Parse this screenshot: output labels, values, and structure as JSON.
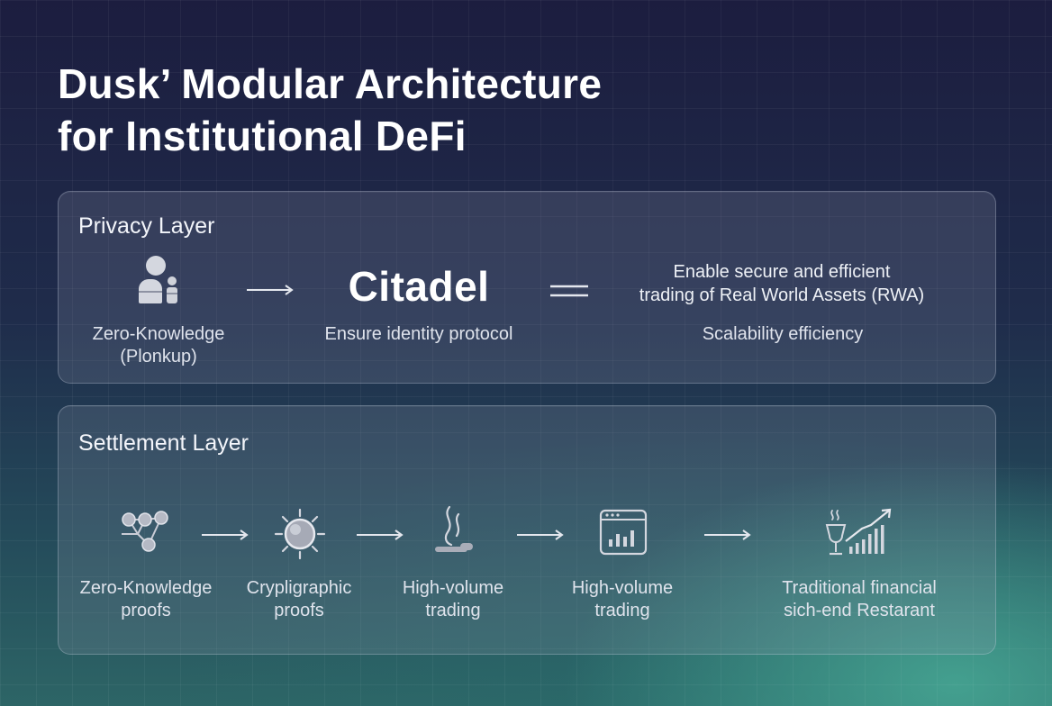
{
  "title": {
    "line1": "Dusk’ Modular Architecture",
    "line2": "for Institutional DeFi"
  },
  "privacy_layer": {
    "heading": "Privacy Layer",
    "source": {
      "icon": "people-icon",
      "label_line1": "Zero-Knowledge",
      "label_line2": "(Plonkup)"
    },
    "center": {
      "name": "Citadel",
      "label": "Ensure identity protocol"
    },
    "outcome": {
      "line1": "Enable secure and efficient",
      "line2": "trading of Real World Assets (RWA)",
      "label": "Scalability efficiency"
    }
  },
  "settlement_layer": {
    "heading": "Settlement Layer",
    "steps": [
      {
        "icon": "network-nodes-icon",
        "line1": "Zero-Knowledge",
        "line2": "proofs"
      },
      {
        "icon": "sun-orb-icon",
        "line1": "Crypligraphic",
        "line2": "proofs"
      },
      {
        "icon": "steam-flame-icon",
        "line1": "High-volume",
        "line2": "trading"
      },
      {
        "icon": "dashboard-bars-icon",
        "line1": "High-volume",
        "line2": "trading"
      },
      {
        "icon": "wine-chart-icon",
        "line1": "Traditional financial",
        "line2": "sich-end Restarant"
      }
    ]
  }
}
